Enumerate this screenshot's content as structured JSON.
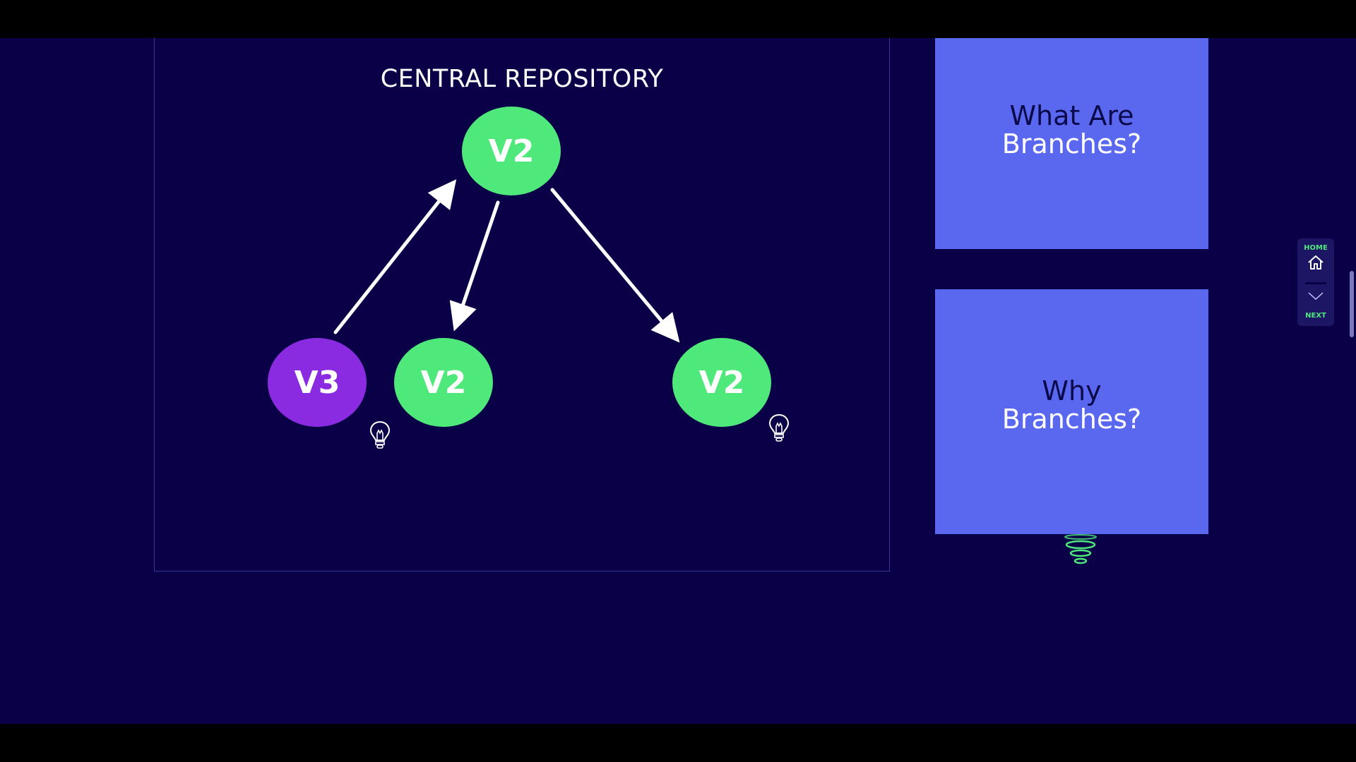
{
  "slide": {
    "title": "CENTRAL REPOSITORY",
    "nodes": [
      {
        "label": "V2",
        "role": "central",
        "color": "#4fe87b"
      },
      {
        "label": "V3",
        "role": "local-left",
        "color": "#8a2be2"
      },
      {
        "label": "V2",
        "role": "local-middle",
        "color": "#4fe87b"
      },
      {
        "label": "V2",
        "role": "local-right",
        "color": "#4fe87b"
      }
    ],
    "arrows": [
      {
        "from": "V3",
        "to": "central V2",
        "direction": "push"
      },
      {
        "from": "central V2",
        "to": "middle V2",
        "direction": "pull"
      },
      {
        "from": "central V2",
        "to": "right V2",
        "direction": "pull"
      }
    ],
    "icons": [
      "lightbulb-icon",
      "lightbulb-icon"
    ]
  },
  "cards": [
    {
      "line1": "What Are",
      "line2": "Branches?"
    },
    {
      "line1": "Why",
      "line2": "Branches?"
    }
  ],
  "nav": {
    "home_label": "HOME",
    "next_label": "NEXT",
    "home_icon": "home-icon",
    "next_icon": "chevron-down-icon",
    "accent": "#4ee87a"
  },
  "colors": {
    "background": "#0a0048",
    "card": "#5a68f0",
    "green_node": "#4fe87b",
    "purple_node": "#8a2be2"
  }
}
